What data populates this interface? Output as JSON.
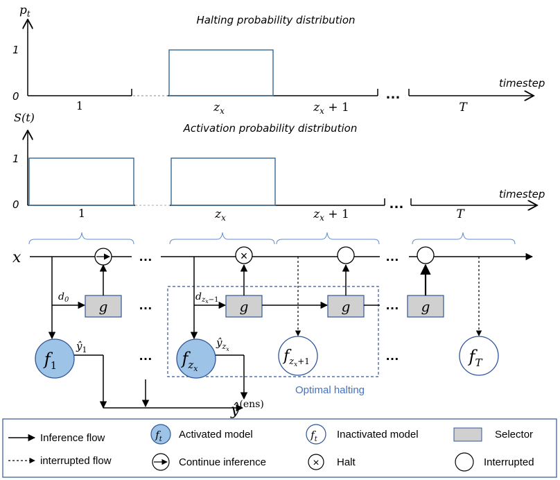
{
  "top_chart": {
    "title": "Halting probability distribution",
    "ylabel": "p",
    "ylabel_sub": "t",
    "xlabel": "timestep",
    "ytick_1": "1",
    "ytick_0": "0",
    "xtick_1": "1",
    "xtick_zx": "z",
    "xtick_zx_sub": "x",
    "xtick_zx1": "z",
    "xtick_zx1_sub": "x",
    "xtick_zx1_suffix": " + 1",
    "xtick_T": "T",
    "dots": "…"
  },
  "bottom_chart": {
    "title": "Activation probability distribution",
    "ylabel": "S(t)",
    "xlabel": "timestep",
    "ytick_1": "1",
    "ytick_0": "0",
    "xtick_1": "1",
    "xtick_zx": "z",
    "xtick_zx_sub": "x",
    "xtick_zx1": "z",
    "xtick_zx1_sub": "x",
    "xtick_zx1_suffix": " + 1",
    "xtick_T": "T",
    "dots": "…"
  },
  "flow": {
    "input": "x",
    "selector": "g",
    "d0": "d",
    "d0_sub": "0",
    "dzx": "d",
    "dzx_sub": "z",
    "dzx_subsub": "x",
    "dzx_suffix": "−1",
    "f1": "f",
    "f1_sub": "1",
    "fzx": "f",
    "fzx_sub": "z",
    "fzx_subsub": "x",
    "fzx1": "f",
    "fzx1_sub": "z",
    "fzx1_subsub": "x",
    "fzx1_suffix": "+1",
    "fT": "f",
    "fT_sub": "T",
    "y1": "ŷ",
    "y1_sub": "1",
    "yzx": "ŷ",
    "yzx_sub": "z",
    "yzx_subsub": "x",
    "yens": "ŷ",
    "yens_sup": "(ens)",
    "halt_symbol": "×",
    "optimal_halting": "Optimal halting",
    "dots": "…"
  },
  "legend": {
    "inference_flow": "Inference flow",
    "interrupted_flow": "interrupted flow",
    "activated_model": "Activated model",
    "continue_inference": "Continue inference",
    "inactivated_model": "Inactivated model",
    "halt": "Halt",
    "selector": "Selector",
    "interrupted": "Interrupted",
    "ft": "f",
    "ft_sub": "t",
    "halt_symbol": "×"
  },
  "colors": {
    "activated_fill": "#9dc3e6",
    "node_stroke": "#2f5597",
    "selector_fill": "#d0d0d0",
    "accent_text": "#4472c4",
    "bracket": "#5b8bd0",
    "bar_stroke": "#41719c"
  }
}
